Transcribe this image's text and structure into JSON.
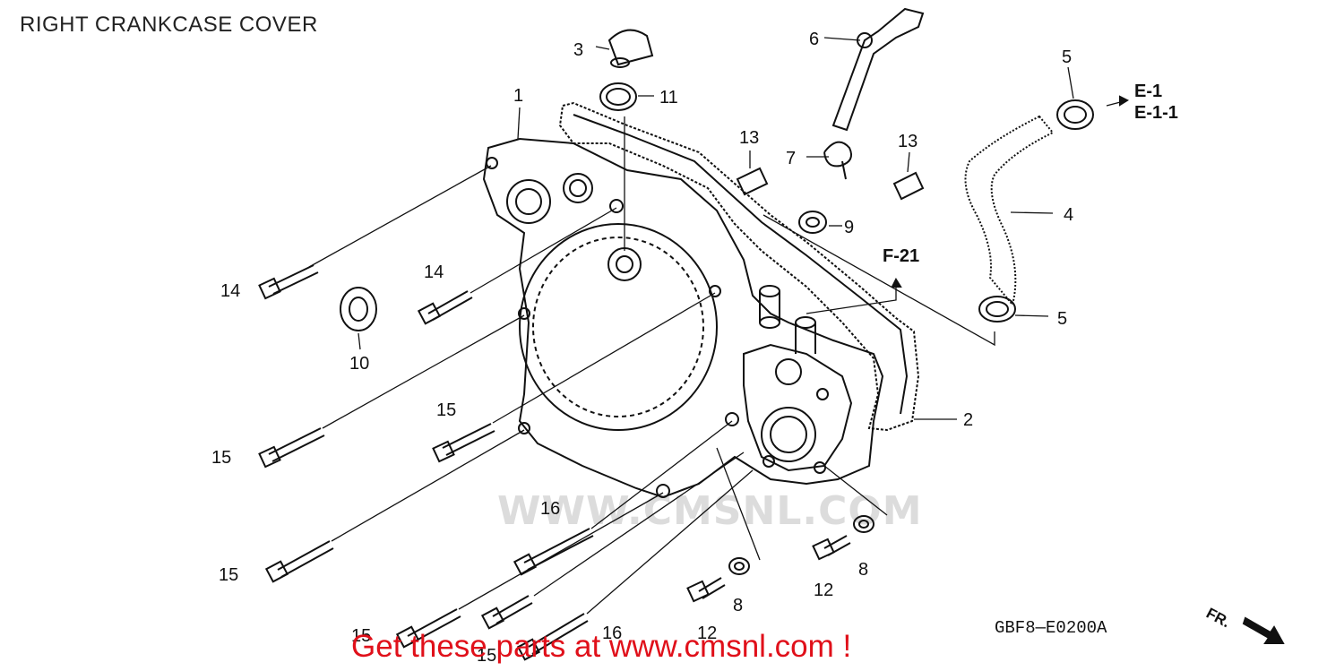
{
  "header": {
    "title": "RIGHT CRANKCASE COVER"
  },
  "watermark": "WWW.CMSNL.COM",
  "footer": {
    "diagram_code": "GBF8—E0200A",
    "promo": "Get these parts at www.cmsnl.com !"
  },
  "references": {
    "e1": "E-1",
    "e11": "E-1-1",
    "f21": "F-21"
  },
  "direction_label": "FR.",
  "callouts": [
    "1",
    "2",
    "3",
    "4",
    "5",
    "5",
    "6",
    "7",
    "8",
    "8",
    "9",
    "10",
    "11",
    "12",
    "12",
    "13",
    "13",
    "14",
    "14",
    "15",
    "15",
    "15",
    "15",
    "15",
    "16",
    "16"
  ],
  "colors": {
    "line": "#111111",
    "promo": "#e0101a",
    "watermark": "#dcdcdc"
  }
}
